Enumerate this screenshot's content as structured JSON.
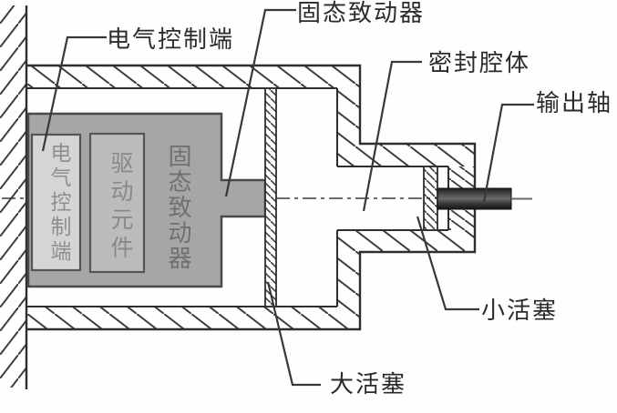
{
  "diagram": {
    "title_none": "",
    "callouts": {
      "electrical_control_terminal": "电气控制端",
      "solid_state_actuator": "固态致动器",
      "sealed_cavity": "密封腔体",
      "output_shaft": "输出轴",
      "small_piston": "小活塞",
      "large_piston": "大活塞"
    },
    "internal_labels": {
      "electrical_control_terminal": "电气控制端",
      "drive_element": "驱动元件",
      "solid_state_actuator": "固态致动器"
    },
    "colors": {
      "actuator_body": "#a6a6a6",
      "control_terminal_box": "#d5d5d5",
      "drive_element_box": "#bcbcbc",
      "outline": "#2e2e2e",
      "hatch": "#3d3d3d",
      "shaft_dark": "#1c1c1c",
      "background": "#fefefe"
    }
  }
}
